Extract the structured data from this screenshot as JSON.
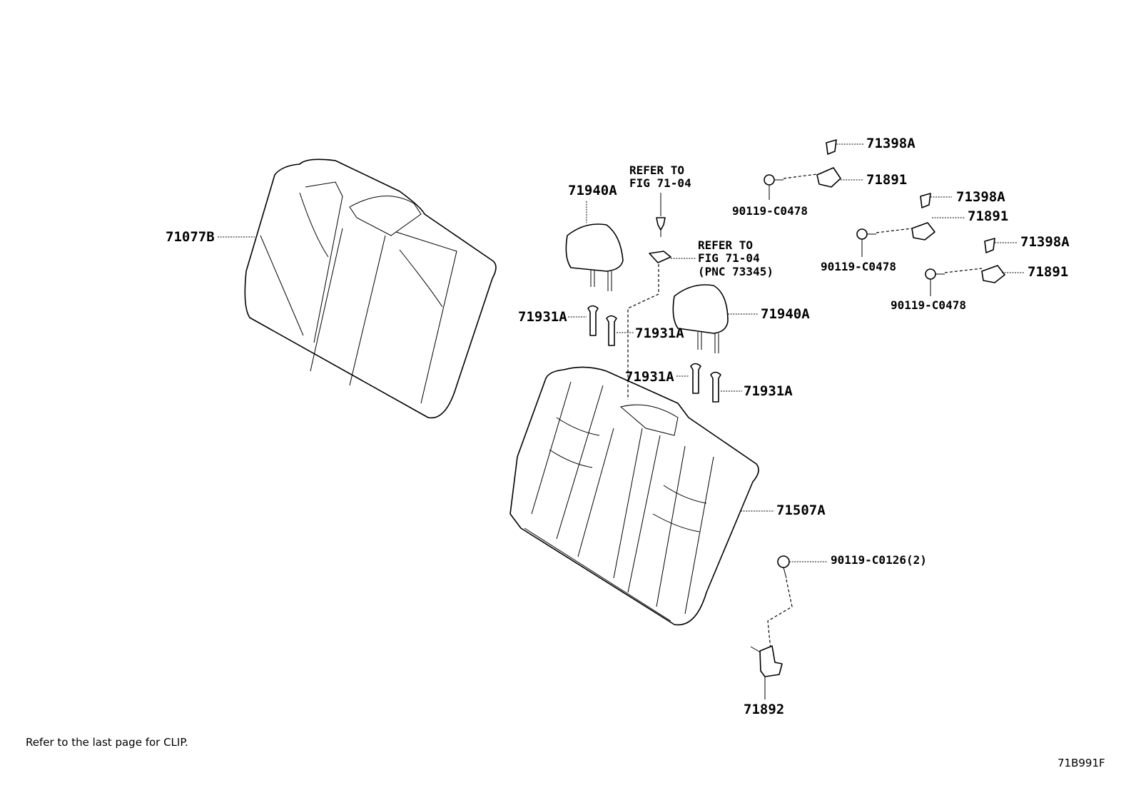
{
  "labels": {
    "seatback_cover": "71077B",
    "headrest_a_top": "71940A",
    "headrest_a_right": "71940A",
    "refer_to_1": "REFER TO",
    "fig_1": "FIG 71-04",
    "refer_to_2": "REFER TO",
    "fig_2": "FIG 71-04",
    "pnc_2": "(PNC 73345)",
    "clip_a": "71398A",
    "clip_b": "71398A",
    "clip_c": "71398A",
    "hinge_a": "71891",
    "hinge_b": "71891",
    "hinge_c": "71891",
    "bolt_a": "90119-C0478",
    "bolt_b": "90119-C0478",
    "bolt_c": "90119-C0478",
    "support_1": "71931A",
    "support_2": "71931A",
    "support_3": "71931A",
    "support_4": "71931A",
    "pad": "71507A",
    "bolt_bottom": "90119-C0126(2)",
    "bracket": "71892"
  },
  "footer": {
    "note": "Refer to the last page for CLIP.",
    "figure_code": "71B991F"
  }
}
